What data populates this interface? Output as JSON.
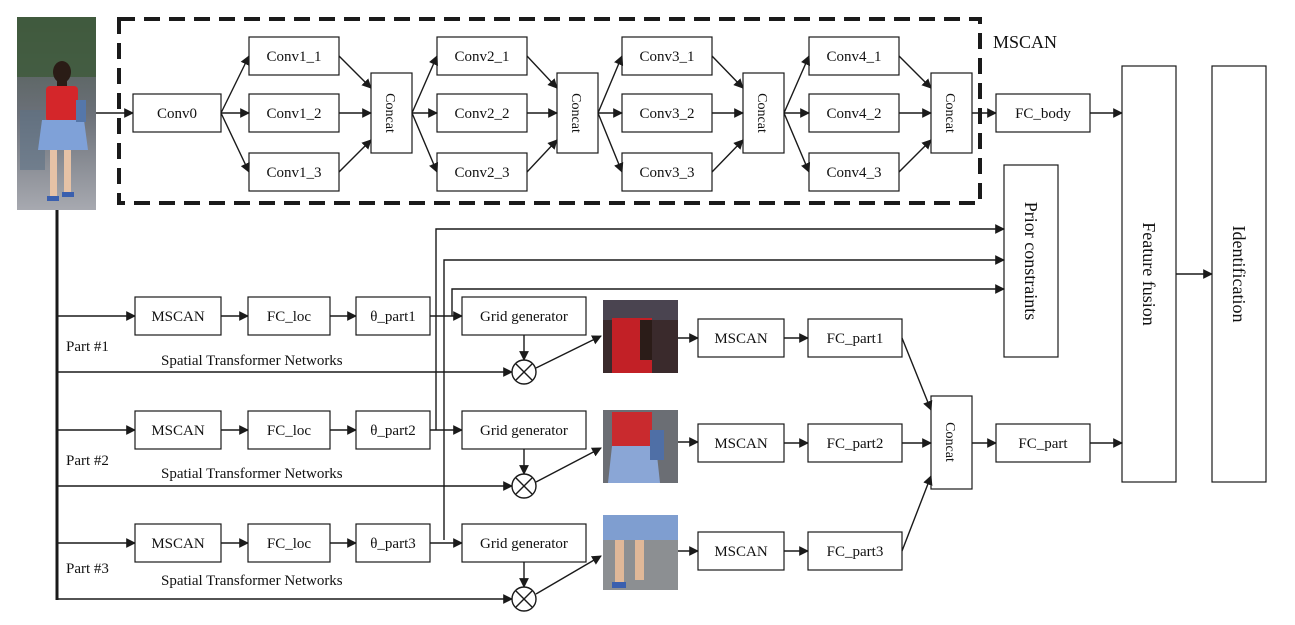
{
  "mscan_title": "MSCAN",
  "mscan": {
    "conv0": "Conv0",
    "conv1": [
      "Conv1_1",
      "Conv1_2",
      "Conv1_3"
    ],
    "conv2": [
      "Conv2_1",
      "Conv2_2",
      "Conv2_3"
    ],
    "conv3": [
      "Conv3_1",
      "Conv3_2",
      "Conv3_3"
    ],
    "conv4": [
      "Conv4_1",
      "Conv4_2",
      "Conv4_3"
    ],
    "concat": "Concat"
  },
  "fc_body": "FC_body",
  "prior_constraints": "Prior constraints",
  "feature_fusion": "Feature fusion",
  "identification": "Identification",
  "fc_part": "FC_part",
  "part_concat": "Concat",
  "parts": [
    {
      "label": "Part #1",
      "stn": "Spatial Transformer Networks",
      "mscan": "MSCAN",
      "fc_loc": "FC_loc",
      "theta": "θ_part1",
      "grid": "Grid generator",
      "mscan2": "MSCAN",
      "fc": "FC_part1"
    },
    {
      "label": "Part #2",
      "stn": "Spatial Transformer Networks",
      "mscan": "MSCAN",
      "fc_loc": "FC_loc",
      "theta": "θ_part2",
      "grid": "Grid generator",
      "mscan2": "MSCAN",
      "fc": "FC_part2"
    },
    {
      "label": "Part #3",
      "stn": "Spatial Transformer Networks",
      "mscan": "MSCAN",
      "fc_loc": "FC_loc",
      "theta": "θ_part3",
      "grid": "Grid generator",
      "mscan2": "MSCAN",
      "fc": "FC_part3"
    }
  ]
}
